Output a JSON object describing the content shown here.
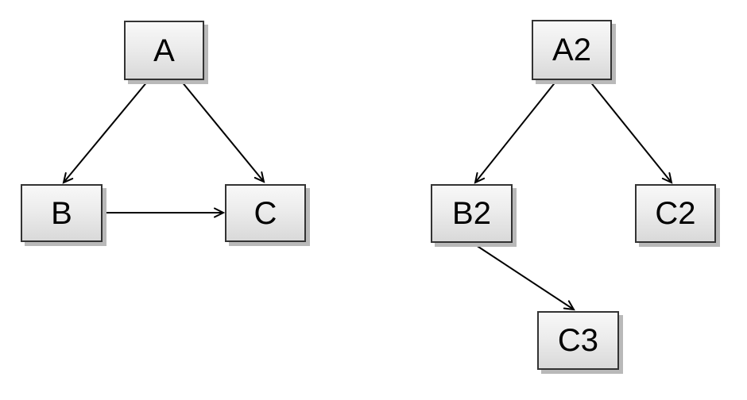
{
  "page": {
    "background_color": "#ffffff",
    "description": "Two directed node-link diagrams with rectangular boxes and arrow connectors"
  },
  "style": {
    "node_fill_top": "#f8f8f8",
    "node_fill_bottom": "#d9d9d9",
    "node_border_color": "#333333",
    "node_shadow_color": "#b9b9b9",
    "edge_color": "#000000",
    "text_color": "#000000"
  },
  "diagrams": [
    {
      "id": "left-graph",
      "nodes": [
        {
          "id": "A",
          "label": "A"
        },
        {
          "id": "B",
          "label": "B"
        },
        {
          "id": "C",
          "label": "C"
        }
      ],
      "edges": [
        {
          "from": "A",
          "to": "B"
        },
        {
          "from": "A",
          "to": "C"
        },
        {
          "from": "B",
          "to": "C"
        }
      ]
    },
    {
      "id": "right-graph",
      "nodes": [
        {
          "id": "A2",
          "label": "A2"
        },
        {
          "id": "B2",
          "label": "B2"
        },
        {
          "id": "C2",
          "label": "C2"
        },
        {
          "id": "C3",
          "label": "C3"
        }
      ],
      "edges": [
        {
          "from": "A2",
          "to": "B2"
        },
        {
          "from": "A2",
          "to": "C2"
        },
        {
          "from": "B2",
          "to": "C3"
        }
      ]
    }
  ]
}
